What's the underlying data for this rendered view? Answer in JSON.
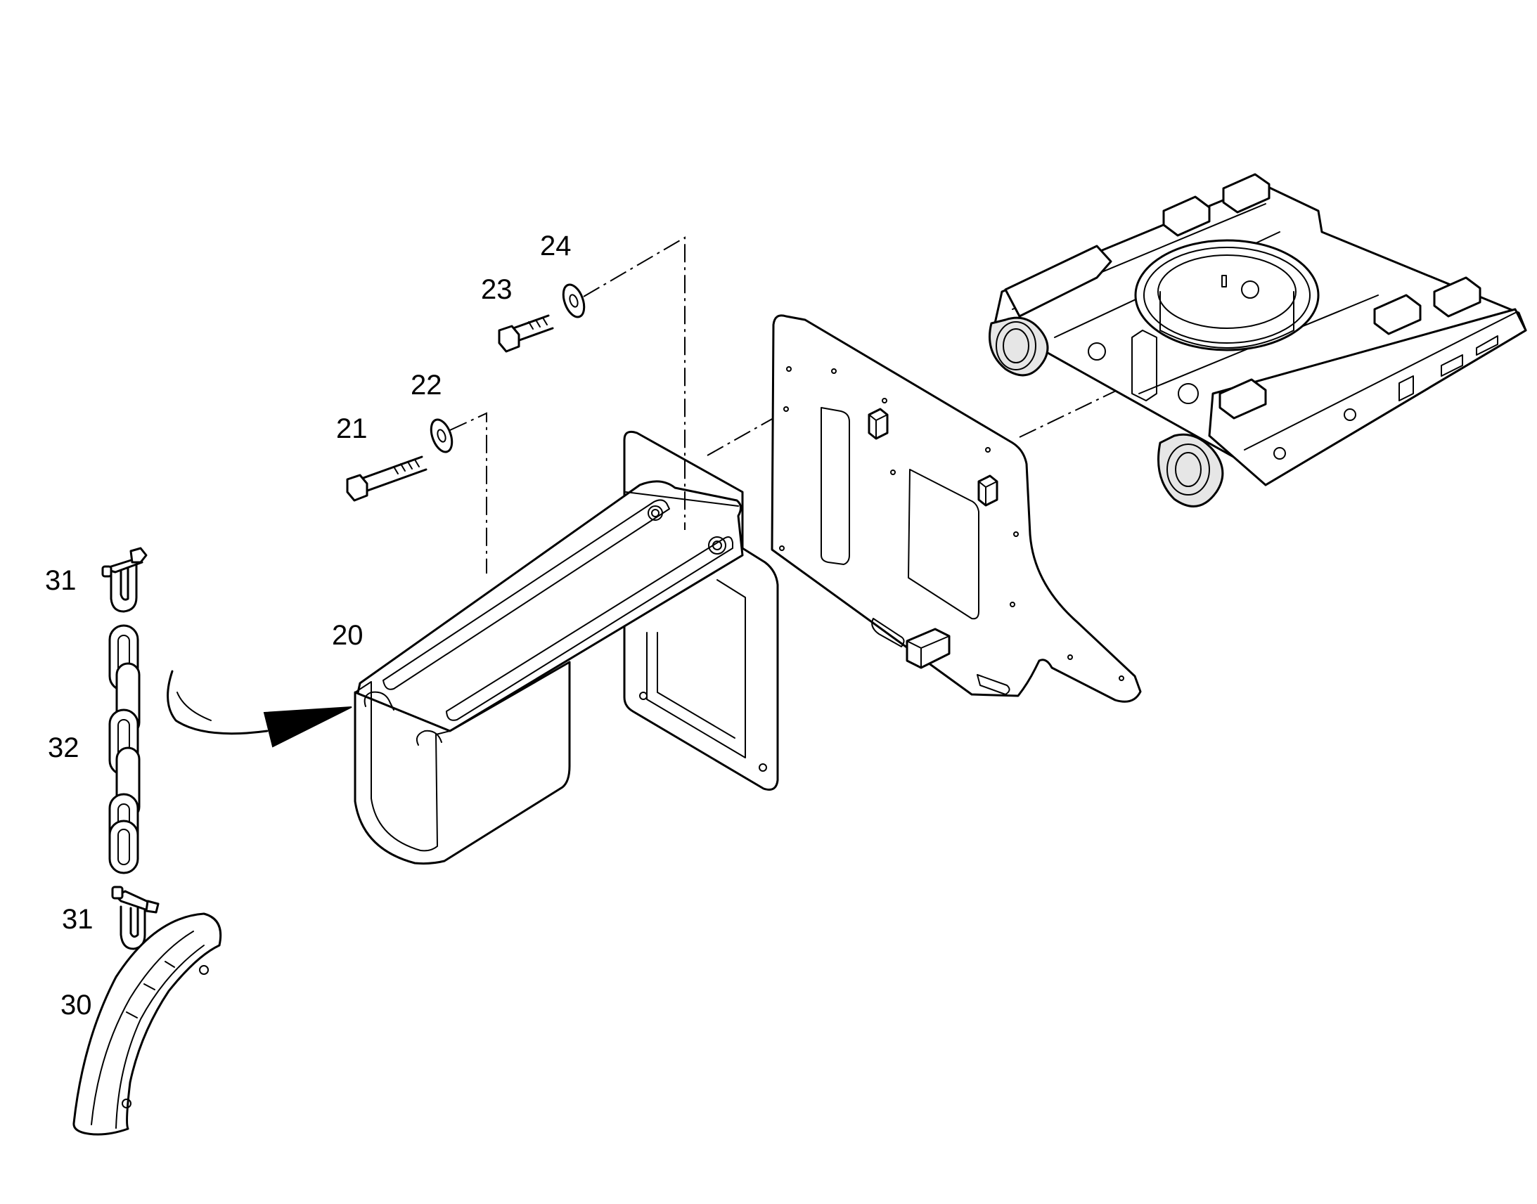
{
  "labels": {
    "l20": "20",
    "l21": "21",
    "l22": "22",
    "l23": "23",
    "l24": "24",
    "l30": "30",
    "l31_top": "31",
    "l31_bottom": "31",
    "l32": "32"
  },
  "colors": {
    "line": "#000000",
    "background": "#ffffff",
    "shade": "#e6e6e6"
  }
}
